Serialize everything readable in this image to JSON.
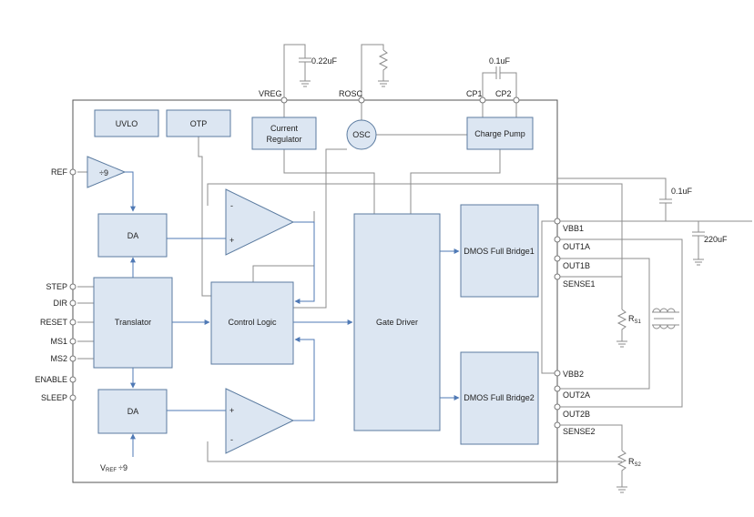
{
  "blocks": {
    "uvlo": "UVLO",
    "otp": "OTP",
    "current_regulator_1": "Current",
    "current_regulator_2": "Regulator",
    "osc": "OSC",
    "charge_pump": "Charge Pump",
    "div9": "÷9",
    "da1": "DA",
    "da2": "DA",
    "translator": "Translator",
    "control_logic": "Control Logic",
    "gate_driver": "Gate Driver",
    "bridge1": "DMOS Full Bridge1",
    "bridge2": "DMOS Full Bridge2"
  },
  "comparators": {
    "top_minus": "-",
    "top_plus": "+",
    "bottom_plus": "+",
    "bottom_minus": "-"
  },
  "pins_left": {
    "ref": "REF",
    "step": "STEP",
    "dir": "DIR",
    "reset": "RESET",
    "ms1": "MS1",
    "ms2": "MS2",
    "enable": "ENABLE",
    "sleep": "SLEEP"
  },
  "pins_top": {
    "vreg": "VREG",
    "rosc": "ROSC",
    "cp1": "CP1",
    "cp2": "CP2"
  },
  "pins_right": {
    "vbb1": "VBB1",
    "out1a": "OUT1A",
    "out1b": "OUT1B",
    "sense1": "SENSE1",
    "vbb2": "VBB2",
    "out2a": "OUT2A",
    "out2b": "OUT2B",
    "sense2": "SENSE2"
  },
  "components": {
    "cap_vreg": "0.22uF",
    "cap_cp": "0.1uF",
    "cap_vbb_small": "0.1uF",
    "cap_vbb_big": "220uF",
    "rs1_main": "R",
    "rs1_sub": "S1",
    "rs2_main": "R",
    "rs2_sub": "S2"
  },
  "vref": {
    "main": "V",
    "sub": "REF",
    "suffix": "÷9"
  }
}
